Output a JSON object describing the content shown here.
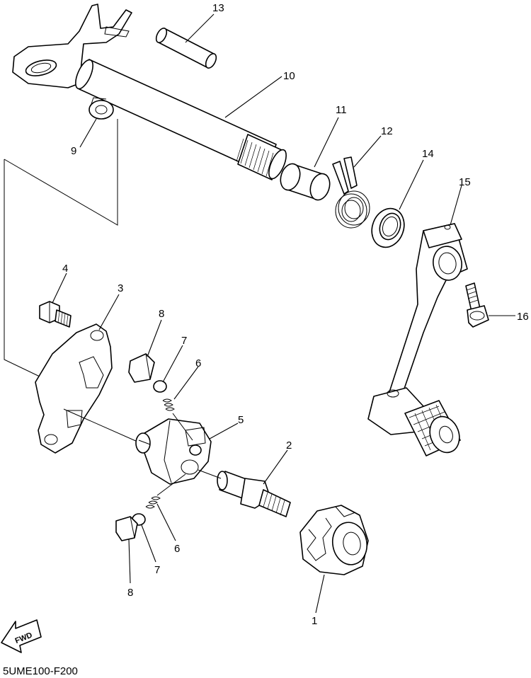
{
  "diagram": {
    "callouts": [
      {
        "id": "13",
        "label": "13"
      },
      {
        "id": "10",
        "label": "10"
      },
      {
        "id": "9",
        "label": "9"
      },
      {
        "id": "11",
        "label": "11"
      },
      {
        "id": "12",
        "label": "12"
      },
      {
        "id": "14",
        "label": "14"
      },
      {
        "id": "15",
        "label": "15"
      },
      {
        "id": "4",
        "label": "4"
      },
      {
        "id": "3",
        "label": "3"
      },
      {
        "id": "8a",
        "label": "8"
      },
      {
        "id": "7a",
        "label": "7"
      },
      {
        "id": "6a",
        "label": "6"
      },
      {
        "id": "16",
        "label": "16"
      },
      {
        "id": "5",
        "label": "5"
      },
      {
        "id": "2",
        "label": "2"
      },
      {
        "id": "6b",
        "label": "6"
      },
      {
        "id": "7b",
        "label": "7"
      },
      {
        "id": "8b",
        "label": "8"
      },
      {
        "id": "1",
        "label": "1"
      }
    ],
    "direction_badge": "FWD",
    "figure_code": "5UME100-F200"
  }
}
